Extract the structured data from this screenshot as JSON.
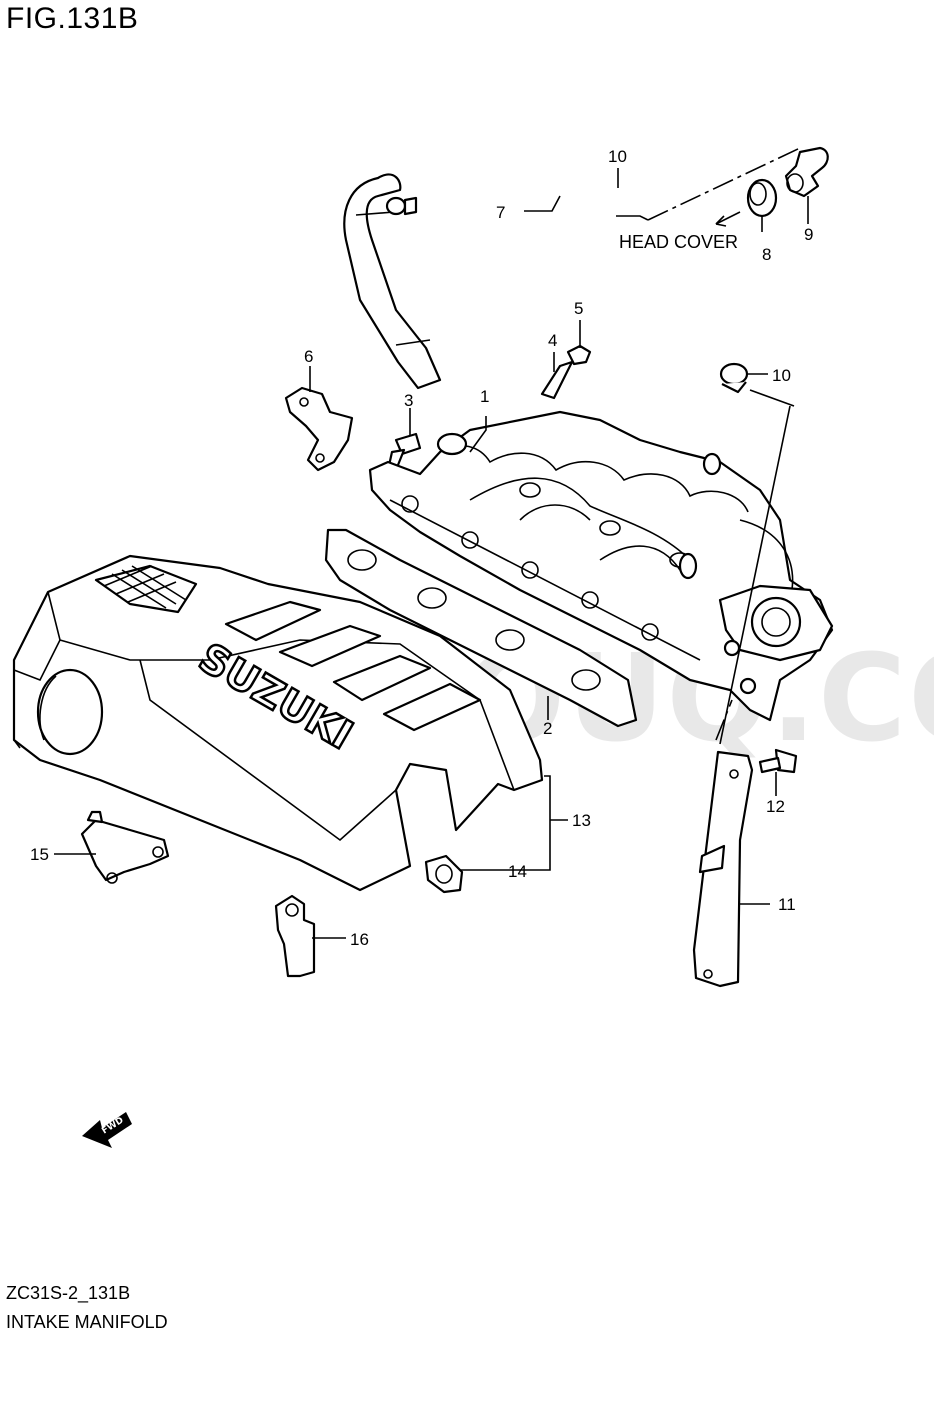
{
  "figure": {
    "title": "FIG.131B",
    "code": "ZC31S-2_131B",
    "name": "INTAKE MANIFOLD"
  },
  "note": "HEAD COVER",
  "watermark": "PARTSOUQ.COM",
  "cover_logo": "SUZUKI",
  "fwd_arrow": "FWD",
  "callouts": [
    "1",
    "2",
    "3",
    "4",
    "5",
    "6",
    "7",
    "8",
    "9",
    "10",
    "10",
    "11",
    "12",
    "13",
    "14",
    "15",
    "16"
  ]
}
